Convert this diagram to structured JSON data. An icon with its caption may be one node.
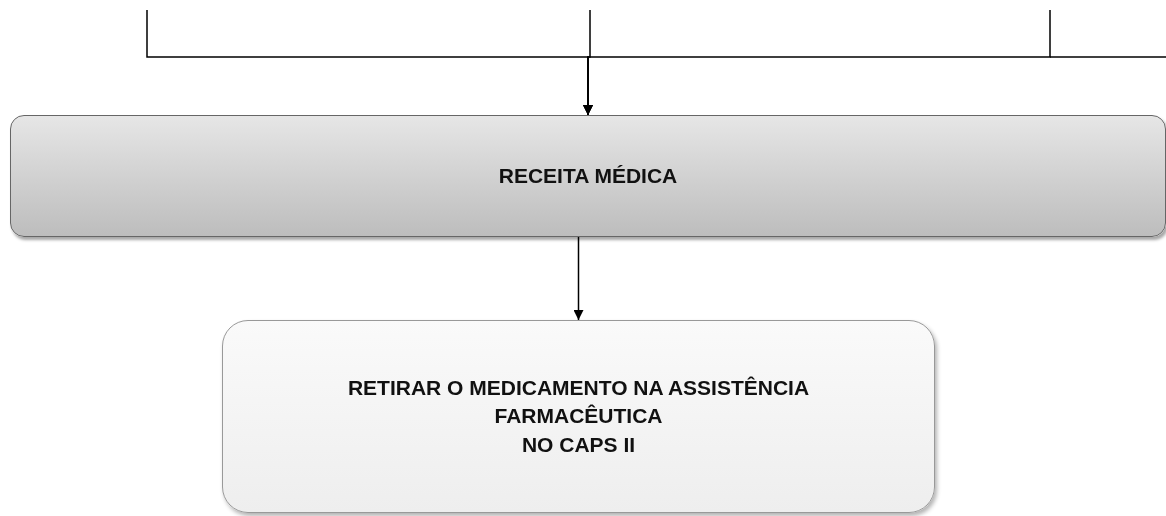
{
  "diagram": {
    "nodes": [
      {
        "text": [
          "RECEITA MÉDICA"
        ]
      },
      {
        "text": [
          "RETIRAR O MEDICAMENTO NA ASSISTÊNCIA FARMACÊUTICA",
          "NO CAPS II"
        ]
      }
    ],
    "edges": [
      {
        "from": null,
        "to": 0,
        "arrow": "to"
      },
      {
        "from": null,
        "to": 0,
        "arrow": "to"
      },
      {
        "from": null,
        "to": 0,
        "arrow": "to"
      },
      {
        "from": 0,
        "to": 1,
        "arrow": "to"
      }
    ]
  }
}
